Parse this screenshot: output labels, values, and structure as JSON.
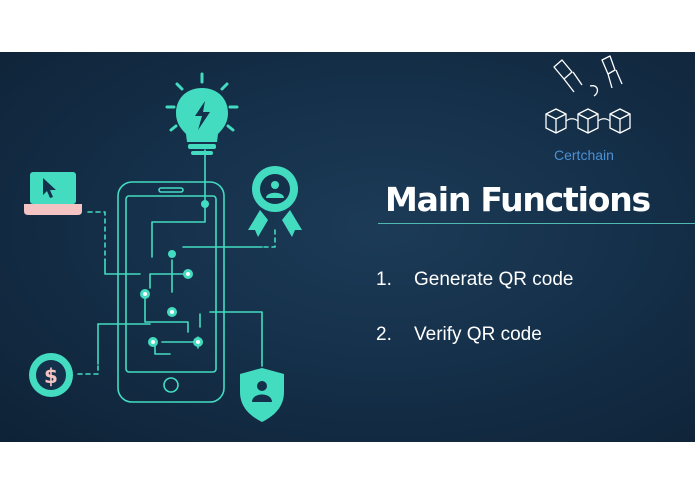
{
  "title": "Main Functions",
  "brand": {
    "name": "Certchain"
  },
  "functions": [
    {
      "number": "1.",
      "label": "Generate QR code"
    },
    {
      "number": "2.",
      "label": "Verify QR code"
    }
  ],
  "icons": [
    "lightbulb-icon",
    "laptop-cursor-icon",
    "award-badge-icon",
    "dollar-coin-icon",
    "shield-user-icon",
    "smartphone-icon",
    "blockchain-scroll-logo"
  ],
  "colors": {
    "background": "#15304a",
    "accent": "#43dcc0",
    "laptop_base": "#f4c3c3",
    "title": "#ffffff",
    "brand": "#4d90d4"
  }
}
